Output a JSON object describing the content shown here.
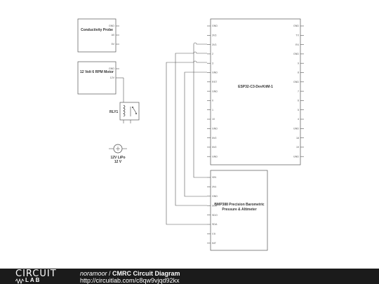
{
  "components": {
    "probe": {
      "title": "Conductivity Probe",
      "pins": [
        "GND",
        "A0",
        "5V"
      ]
    },
    "motor": {
      "title": "12 Volt 6 RPM Motor",
      "pins": [
        "GND",
        "12V"
      ]
    },
    "relay": {
      "label": "RLY1"
    },
    "battery": {
      "label": "12V LiPo",
      "voltage": "12 V"
    },
    "esp32": {
      "title": "ESP32-C3-DevKitM-1",
      "left_pins": [
        "GND",
        "3V3",
        "3V3",
        "2",
        "3",
        "GND",
        "RST",
        "GND",
        "0",
        "1",
        "10",
        "GND",
        "5V0",
        "5V0",
        "GND"
      ],
      "right_pins": [
        "GND",
        "TX",
        "RX",
        "GND",
        "9",
        "8",
        "GND",
        "7",
        "6",
        "5",
        "4",
        "GND",
        "18",
        "19",
        "GND"
      ]
    },
    "bmp388": {
      "title_line1": "BMP388 Precision Barometric",
      "title_line2": "Pressure & Altimeter",
      "pins": [
        "VIN",
        "3Vo",
        "GND",
        "SCK",
        "SDO",
        "SDA",
        "CS",
        "INT"
      ]
    }
  },
  "footer": {
    "logo_top": "CIRCUIT",
    "logo_bottom": "LAB",
    "author": "noramoor",
    "separator": " / ",
    "title": "CMRC Circuit Diagram",
    "url": "http://circuitlab.com/c8qw9vjqd92kx"
  }
}
